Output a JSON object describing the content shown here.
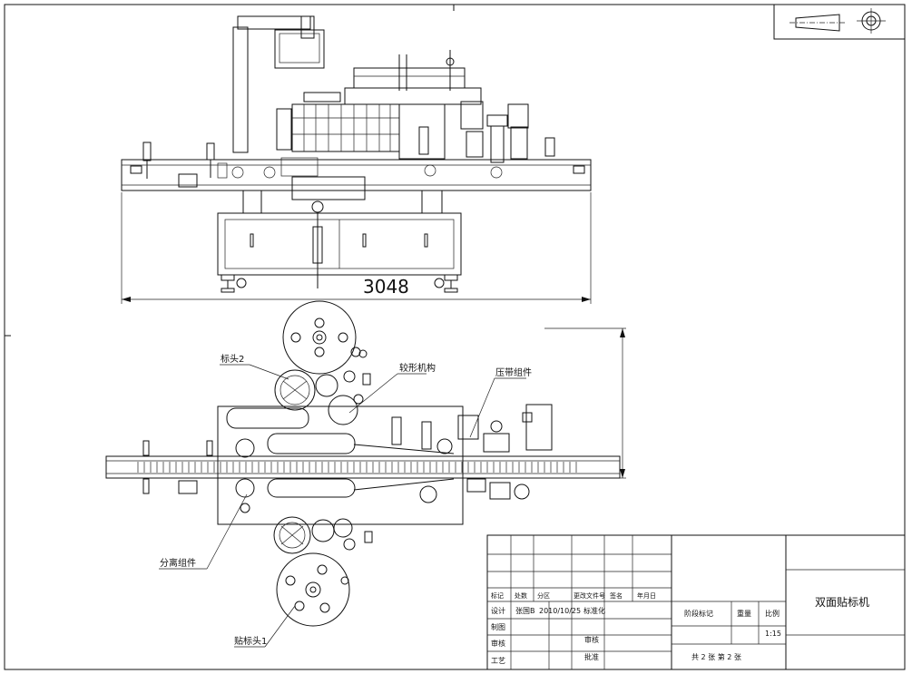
{
  "dimension": {
    "overall_length": "3048"
  },
  "callouts": {
    "label_head_2": "标头2",
    "correction_mechanism": "较形机构",
    "press_belt_assembly": "压带组件",
    "separation_assembly": "分离组件",
    "label_head_1": "贴标头1"
  },
  "title_block": {
    "product_name": "双面贴标机",
    "revision_headers": [
      "标记",
      "处数",
      "分区",
      "更改文件号",
      "签名",
      "年月日"
    ],
    "design_label": "设计",
    "designer": "张国B",
    "design_date": "2010/10/25",
    "standardization": "标准化",
    "drafting_label": "制图",
    "review_label": "审核",
    "process_label": "工艺",
    "approval_label": "批准",
    "stage_mark": "阶段标记",
    "weight_label": "重量",
    "scale_label": "比例",
    "scale_value": "1:15",
    "sheet_info": "共 2 张   第 2 张"
  }
}
